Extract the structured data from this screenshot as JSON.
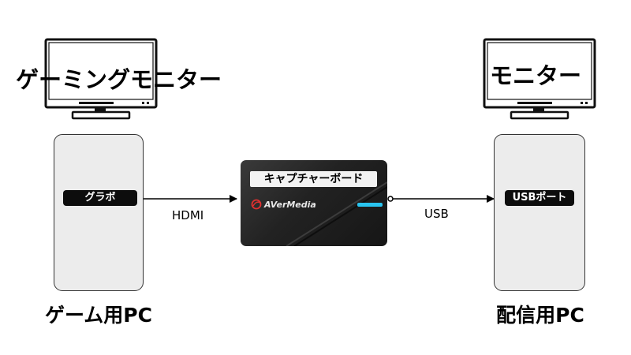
{
  "game_monitor": {
    "label": "ゲーミングモニター",
    "icon": "monitor-icon"
  },
  "stream_monitor": {
    "label": "モニター",
    "icon": "monitor-icon"
  },
  "game_pc": {
    "port_label": "グラボ",
    "caption": "ゲーム用PC"
  },
  "stream_pc": {
    "port_label": "USBポート",
    "caption": "配信用PC"
  },
  "capture_board": {
    "label": "キャプチャーボード",
    "brand": "AVerMedia",
    "led_color": "#29c4ef"
  },
  "connections": {
    "left_label": "HDMI",
    "right_label": "USB"
  },
  "colors": {
    "pc_fill": "#ececec",
    "pill_bg": "#0d0d0d",
    "board_body": "#222222"
  }
}
